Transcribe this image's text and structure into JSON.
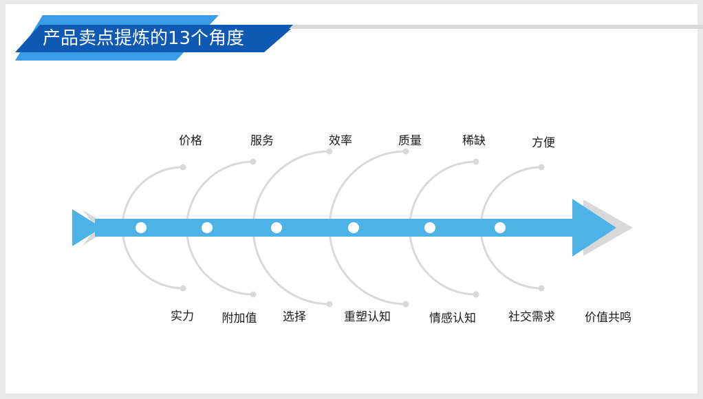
{
  "title": "产品卖点提炼的13个角度",
  "colors": {
    "title_dark": "#0e5ab3",
    "title_light": "#3a9be6",
    "arrow": "#4db3e6",
    "arrow_shadow": "#d9d9d9",
    "arc": "#d9d9d9",
    "node": "#ffffff"
  },
  "top_labels": [
    "价格",
    "服务",
    "效率",
    "质量",
    "稀缺",
    "方便"
  ],
  "bottom_labels": [
    "实力",
    "附加值",
    "选择",
    "重塑认知",
    "情感认知",
    "社交需求"
  ],
  "end_label": "价值共鸣"
}
